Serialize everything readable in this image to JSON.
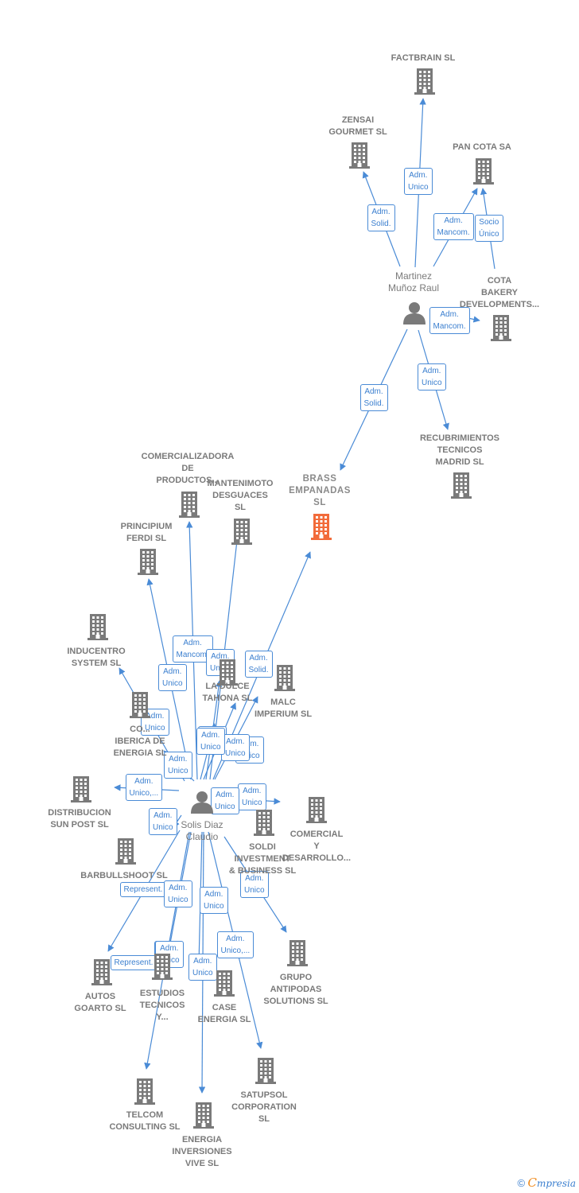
{
  "focus_company": "BRASS EMPANADAS SL",
  "companies": [
    {
      "id": "factbrain",
      "lines": [
        "FACTBRAIN  SL"
      ]
    },
    {
      "id": "zensai",
      "lines": [
        "ZENSAI",
        "GOURMET  SL"
      ]
    },
    {
      "id": "pancota",
      "lines": [
        "PAN COTA SA"
      ]
    },
    {
      "id": "cotabakery",
      "lines": [
        "COTA",
        "BAKERY",
        "DEVELOPMENTS..."
      ]
    },
    {
      "id": "recubrimientos",
      "lines": [
        "RECUBRIMIENTOS",
        "TECNICOS",
        "MADRID  SL"
      ]
    },
    {
      "id": "brass",
      "lines": [
        "BRASS",
        "EMPANADAS",
        "SL"
      ],
      "focus": true
    },
    {
      "id": "comercializadora",
      "lines": [
        "COMERCIALIZADORA",
        "DE",
        "PRODUCTOS..."
      ]
    },
    {
      "id": "mantenimoto",
      "lines": [
        "MANTENIMOTO",
        "DESGUACES",
        "SL"
      ]
    },
    {
      "id": "principium",
      "lines": [
        "PRINCIPIUM",
        "FERDI  SL"
      ]
    },
    {
      "id": "inducentro",
      "lines": [
        "INDUCENTRO",
        "SYSTEM SL"
      ]
    },
    {
      "id": "ladulce",
      "lines": [
        "LA DULCE",
        "TAHONA SL"
      ]
    },
    {
      "id": "malc",
      "lines": [
        "MALC",
        "IMPERIUM  SL"
      ]
    },
    {
      "id": "iberica",
      "lines": [
        "CO...",
        "IBERICA DE",
        "ENERGIA SL"
      ]
    },
    {
      "id": "distribucion",
      "lines": [
        "DISTRIBUCION",
        "SUN POST  SL"
      ]
    },
    {
      "id": "comercialydesarrollo",
      "lines": [
        "COMERCIAL",
        "Y",
        "DESARROLLO..."
      ]
    },
    {
      "id": "soldi",
      "lines": [
        "SOLDI",
        "INVESTMENT",
        "& BUSINESS SL"
      ]
    },
    {
      "id": "barbullshoot",
      "lines": [
        "BARBULLSHOOT SL"
      ]
    },
    {
      "id": "autos",
      "lines": [
        "AUTOS",
        "GOARTO  SL"
      ]
    },
    {
      "id": "estudios",
      "lines": [
        "ESTUDIOS",
        "TECNICOS",
        "Y..."
      ]
    },
    {
      "id": "case",
      "lines": [
        "CASE",
        "ENERGIA SL"
      ]
    },
    {
      "id": "grupo",
      "lines": [
        "GRUPO",
        "ANTIPODAS",
        "SOLUTIONS SL"
      ]
    },
    {
      "id": "telcom",
      "lines": [
        "TELCOM",
        "CONSULTING SL"
      ]
    },
    {
      "id": "energia",
      "lines": [
        "ENERGIA",
        "INVERSIONES",
        "VIVE  SL"
      ]
    },
    {
      "id": "satupsol",
      "lines": [
        "SATUPSOL",
        "CORPORATION",
        "SL"
      ]
    }
  ],
  "persons": [
    {
      "id": "martinez",
      "lines": [
        "Martinez",
        "Muñoz Raul"
      ]
    },
    {
      "id": "solis",
      "lines": [
        "Solis Diaz",
        "Claudio"
      ]
    }
  ],
  "edges": [
    {
      "from": "martinez",
      "to": "factbrain",
      "role": [
        "Adm.",
        "Unico"
      ]
    },
    {
      "from": "martinez",
      "to": "zensai",
      "role": [
        "Adm.",
        "Solid."
      ]
    },
    {
      "from": "martinez",
      "to": "pancota",
      "role": [
        "Adm.",
        "Mancom."
      ]
    },
    {
      "from": "cotabakery",
      "to": "pancota",
      "role": [
        "Socio",
        "Único"
      ]
    },
    {
      "from": "martinez",
      "to": "cotabakery",
      "role": [
        "Adm.",
        "Mancom."
      ]
    },
    {
      "from": "martinez",
      "to": "recubrimientos",
      "role": [
        "Adm.",
        "Unico"
      ]
    },
    {
      "from": "martinez",
      "to": "brass",
      "role": [
        "Adm.",
        "Solid."
      ]
    },
    {
      "from": "solis",
      "to": "brass",
      "role": [
        "Adm.",
        "Solid."
      ]
    },
    {
      "from": "solis",
      "to": "comercializadora",
      "role": [
        "Adm.",
        "Mancom."
      ]
    },
    {
      "from": "solis",
      "to": "mantenimoto",
      "role": [
        "Adm.",
        "Unico"
      ]
    },
    {
      "from": "solis",
      "to": "principium",
      "role": [
        "Adm.",
        "Unico"
      ]
    },
    {
      "from": "solis",
      "to": "inducentro",
      "role": [
        "Adm.",
        "Unico"
      ]
    },
    {
      "from": "solis",
      "to": "ladulce",
      "role": [
        "Adm.",
        "Unico"
      ]
    },
    {
      "from": "solis",
      "to": "malc",
      "role": [
        "Adm.",
        "Unico"
      ]
    },
    {
      "from": "solis",
      "to": "iberica",
      "role": [
        "Adm.",
        "Unico"
      ]
    },
    {
      "from": "solis",
      "to": "distribucion",
      "role": [
        "Adm.",
        "Unico,..."
      ]
    },
    {
      "from": "solis",
      "to": "comercialydesarrollo",
      "role": [
        "Adm.",
        "Unico"
      ]
    },
    {
      "from": "solis",
      "to": "soldi",
      "role": [
        "Adm.",
        "Unico"
      ]
    },
    {
      "from": "solis",
      "to": "barbullshoot",
      "role": [
        "Adm.",
        "Unico"
      ]
    },
    {
      "from": "solis",
      "to": "autos",
      "role": [
        "Represent."
      ]
    },
    {
      "from": "solis",
      "to": "estudios",
      "role": [
        "Adm.",
        "Unico"
      ]
    },
    {
      "from": "solis",
      "to": "case",
      "role": [
        "Adm.",
        "Unico"
      ]
    },
    {
      "from": "solis",
      "to": "grupo",
      "role": [
        "Adm.",
        "Unico"
      ]
    },
    {
      "from": "solis",
      "to": "telcom",
      "role": [
        "Adm.",
        "Unico"
      ]
    },
    {
      "from": "solis",
      "to": "energia",
      "role": [
        "Adm.",
        "Unico"
      ]
    },
    {
      "from": "solis",
      "to": "satupsol",
      "role": [
        "Adm.",
        "Unico,..."
      ]
    },
    {
      "from": "solis",
      "to": "ladulce",
      "role": [
        "Adm.",
        "Unico"
      ]
    },
    {
      "from": "solis",
      "to": "malc",
      "role": [
        "Adm.",
        "Unico"
      ]
    }
  ],
  "footer": {
    "copyright": "©",
    "brand_first": "C",
    "brand_rest": "mpresia"
  },
  "colors": {
    "link": "#4a8bd6",
    "building": "#7a7a7a",
    "focus_building": "#f26b3a",
    "text": "#7a7a7a"
  }
}
